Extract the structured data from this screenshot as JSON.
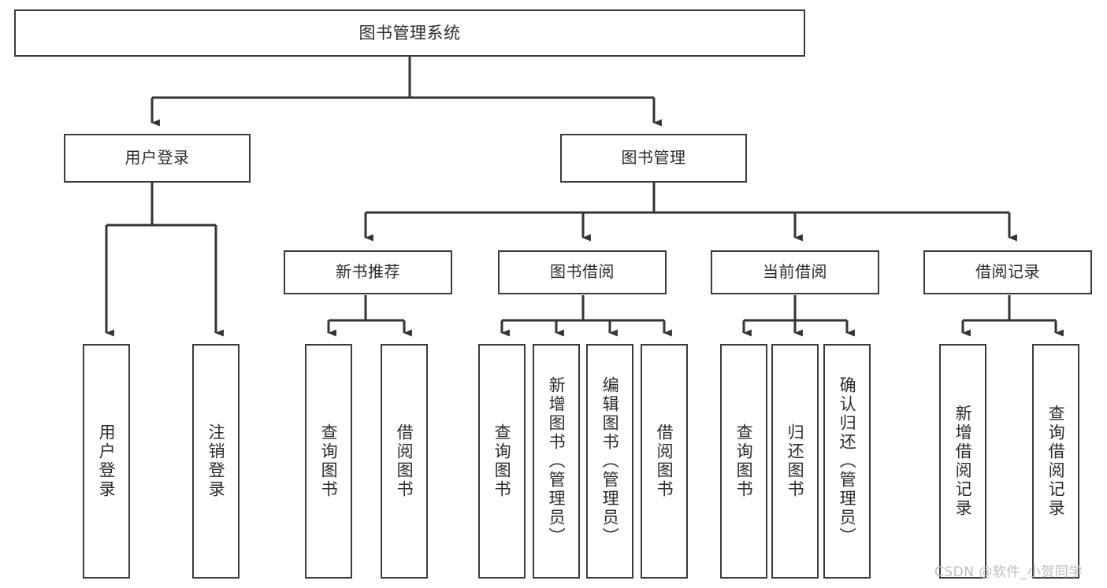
{
  "diagram": {
    "title": "图书管理系统",
    "type": "tree-hierarchy",
    "orientation": "top-down",
    "colors": {
      "box_border": "#3b3b3b",
      "box_fill": "#ffffff",
      "connector": "#333333",
      "text": "#2b2b2b",
      "watermark": "#bdbdbd",
      "background": "#ffffff"
    }
  },
  "nodes": {
    "root": {
      "label": "图书管理系统"
    },
    "level1": [
      {
        "id": "user-login",
        "label": "用户登录"
      },
      {
        "id": "book-manage",
        "label": "图书管理"
      }
    ],
    "level2": [
      {
        "id": "new-book-rec",
        "label": "新书推荐"
      },
      {
        "id": "book-borrow",
        "label": "图书借阅"
      },
      {
        "id": "current-borrow",
        "label": "当前借阅"
      },
      {
        "id": "borrow-record",
        "label": "借阅记录"
      }
    ],
    "leaves": {
      "user-login": [
        {
          "id": "leaf-user-login",
          "label": "用户登录"
        },
        {
          "id": "leaf-logout",
          "label": "注销登录"
        }
      ],
      "new-book-rec": [
        {
          "id": "leaf-query-book-1",
          "label": "查询图书"
        },
        {
          "id": "leaf-borrow-book-1",
          "label": "借阅图书"
        }
      ],
      "book-borrow": [
        {
          "id": "leaf-query-book-2",
          "label": "查询图书"
        },
        {
          "id": "leaf-add-book",
          "label": "新增图书（管理员）"
        },
        {
          "id": "leaf-edit-book",
          "label": "编辑图书（管理员）"
        },
        {
          "id": "leaf-borrow-book-2",
          "label": "借阅图书"
        }
      ],
      "current-borrow": [
        {
          "id": "leaf-query-book-3",
          "label": "查询图书"
        },
        {
          "id": "leaf-return-book",
          "label": "归还图书"
        },
        {
          "id": "leaf-confirm-return",
          "label": "确认归还（管理员）"
        }
      ],
      "borrow-record": [
        {
          "id": "leaf-add-record",
          "label": "新增借阅记录"
        },
        {
          "id": "leaf-query-record",
          "label": "查询借阅记录"
        }
      ]
    }
  },
  "watermark": {
    "text": "CSDN @软件_小贺同学"
  }
}
